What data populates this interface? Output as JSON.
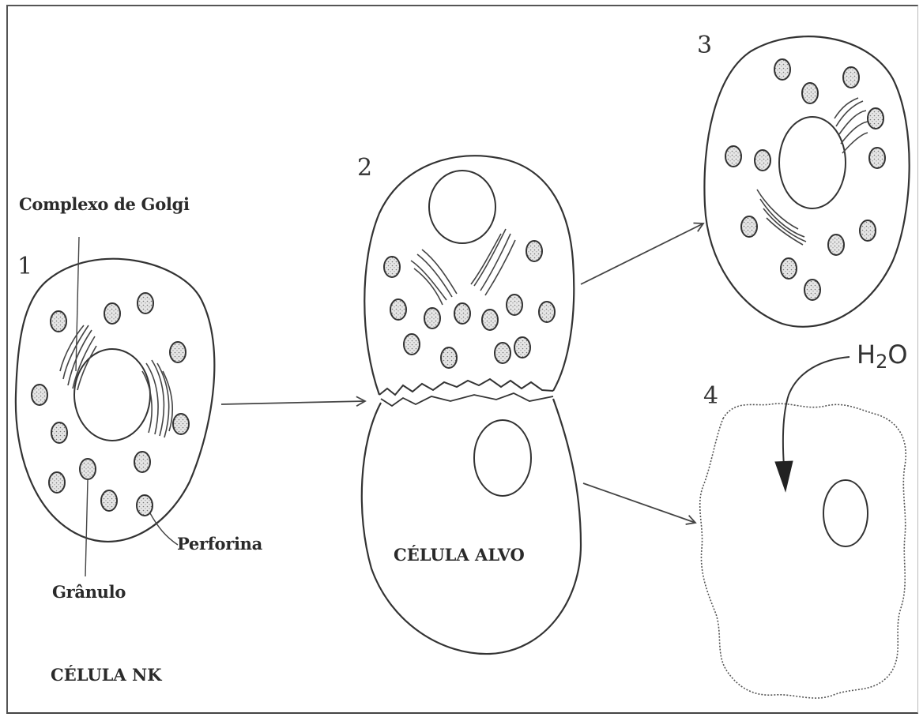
{
  "labels": {
    "golgi": "Complexo de Golgi",
    "perforina": "Perforina",
    "granulo": "Grânulo",
    "celula_nk": "CÉLULA NK",
    "celula_alvo": "CÉLULA ALVO",
    "water_h": "H",
    "water_sub": "2",
    "water_o": "O"
  },
  "steps": {
    "s1": "1",
    "s2": "2",
    "s3": "3",
    "s4": "4"
  }
}
